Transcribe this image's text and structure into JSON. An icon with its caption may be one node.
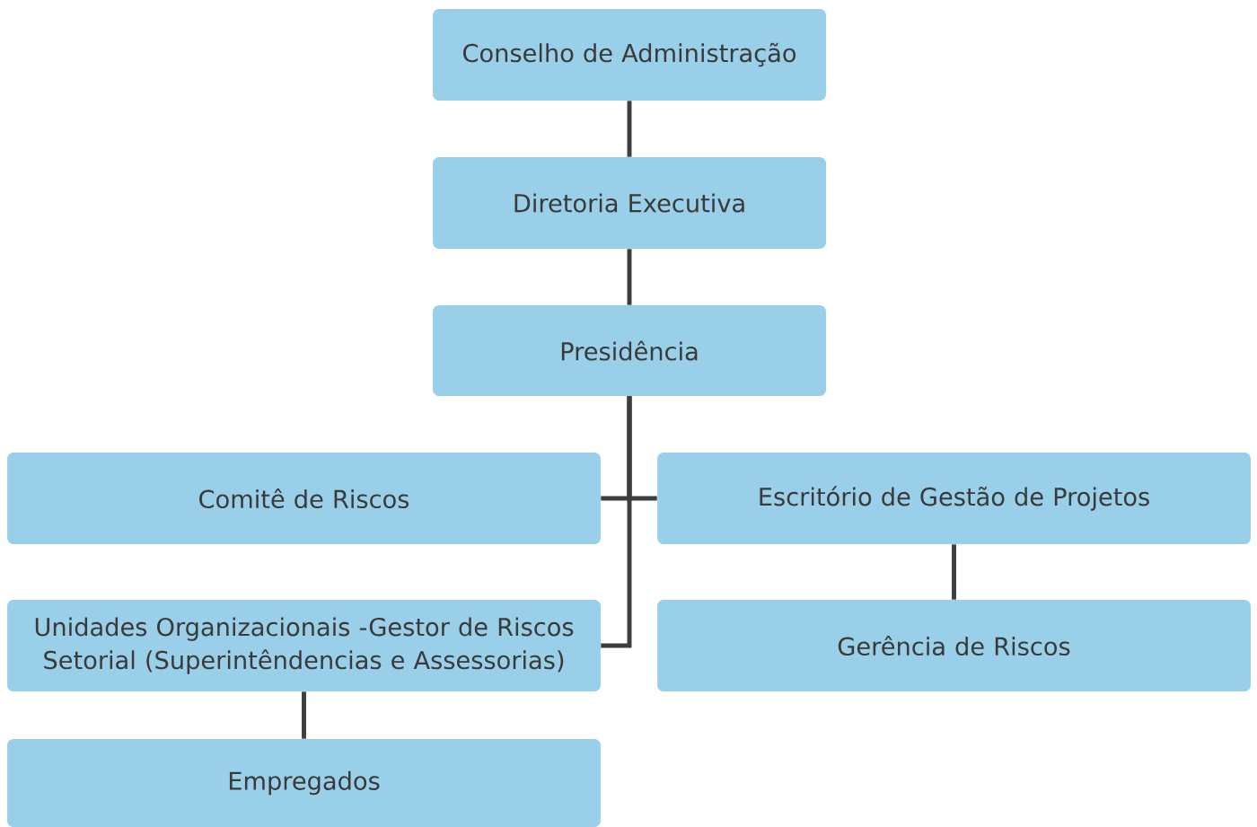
{
  "diagram": {
    "nodes": [
      {
        "text": [
          "Conselho de Administração"
        ]
      },
      {
        "text": [
          "Diretoria Executiva"
        ]
      },
      {
        "text": [
          "Presidência"
        ]
      },
      {
        "text": [
          "Comitê de Riscos"
        ]
      },
      {
        "text": [
          "Escritório de Gestão de Projetos"
        ]
      },
      {
        "text": [
          "Unidades Organizacionais -Gestor de Riscos Setorial (Superintêndencias e Assessorias)"
        ]
      },
      {
        "text": [
          "Gerência de Riscos"
        ]
      },
      {
        "text": [
          "Empregados"
        ]
      }
    ],
    "edges": [
      {
        "from": 0,
        "to": 1,
        "arrow": "none"
      },
      {
        "from": 1,
        "to": 2,
        "arrow": "none"
      },
      {
        "from": 2,
        "to": 3,
        "arrow": "none"
      },
      {
        "from": 2,
        "to": 4,
        "arrow": "none"
      },
      {
        "from": 2,
        "to": 5,
        "arrow": "none"
      },
      {
        "from": 4,
        "to": 6,
        "arrow": "none"
      },
      {
        "from": 5,
        "to": 7,
        "arrow": "none"
      }
    ]
  }
}
